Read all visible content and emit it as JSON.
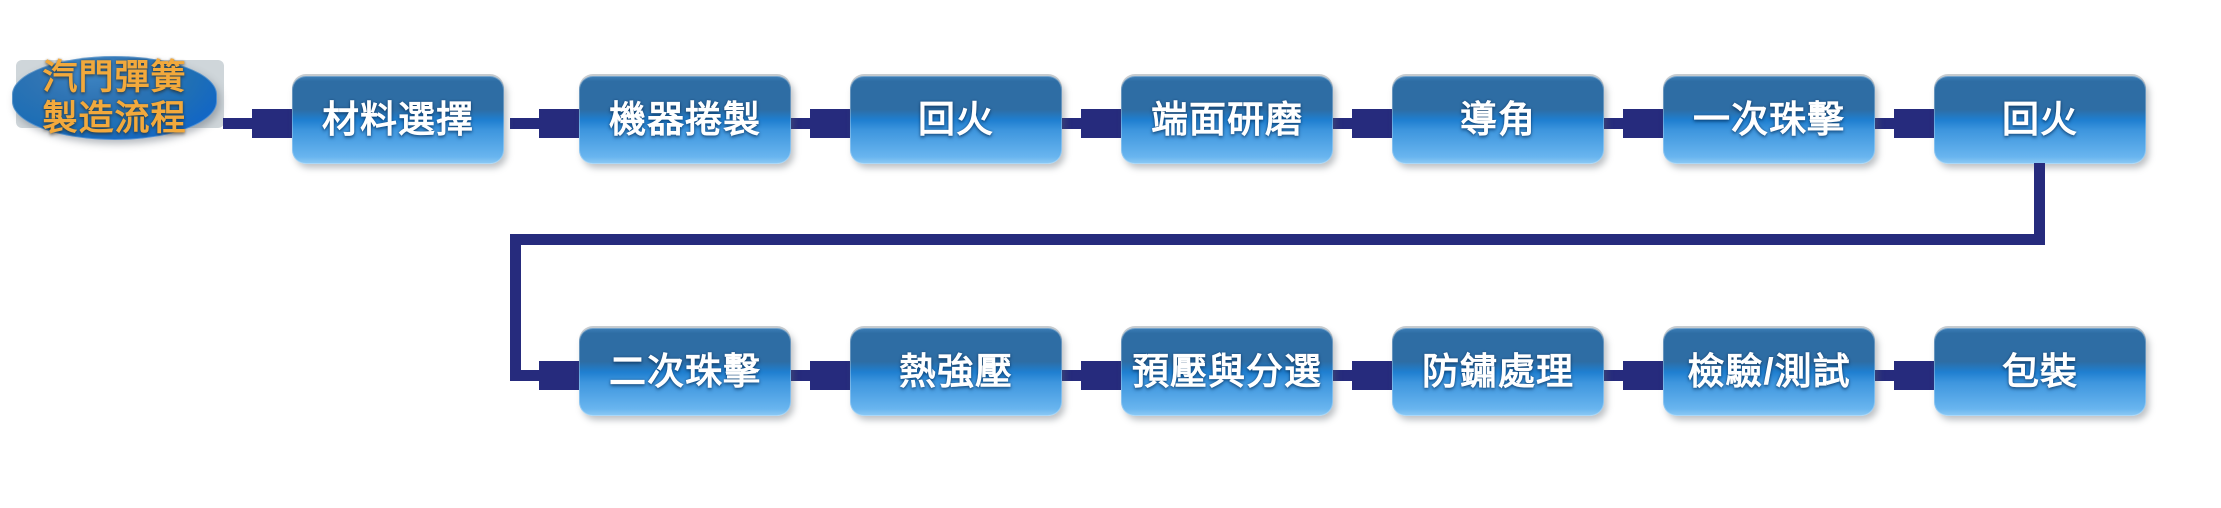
{
  "diagram": {
    "title": "汽門彈簧製造流程",
    "accent_box_top": "#2e6da4",
    "accent_box_bottom": "#6ab4ee",
    "accent_connector": "#262b7d",
    "accent_start_text": "#f2a93c"
  },
  "start": {
    "label": "汽門彈簧\n製造流程"
  },
  "row1": [
    {
      "label": "材料選擇"
    },
    {
      "label": "機器捲製"
    },
    {
      "label": "回火"
    },
    {
      "label": "端面研磨"
    },
    {
      "label": "導角"
    },
    {
      "label": "一次珠擊"
    },
    {
      "label": "回火"
    }
  ],
  "row2": [
    {
      "label": "二次珠擊"
    },
    {
      "label": "熱強壓"
    },
    {
      "label": "預壓與分選"
    },
    {
      "label": "防鏽處理"
    },
    {
      "label": "檢驗/測試"
    },
    {
      "label": "包裝"
    }
  ]
}
